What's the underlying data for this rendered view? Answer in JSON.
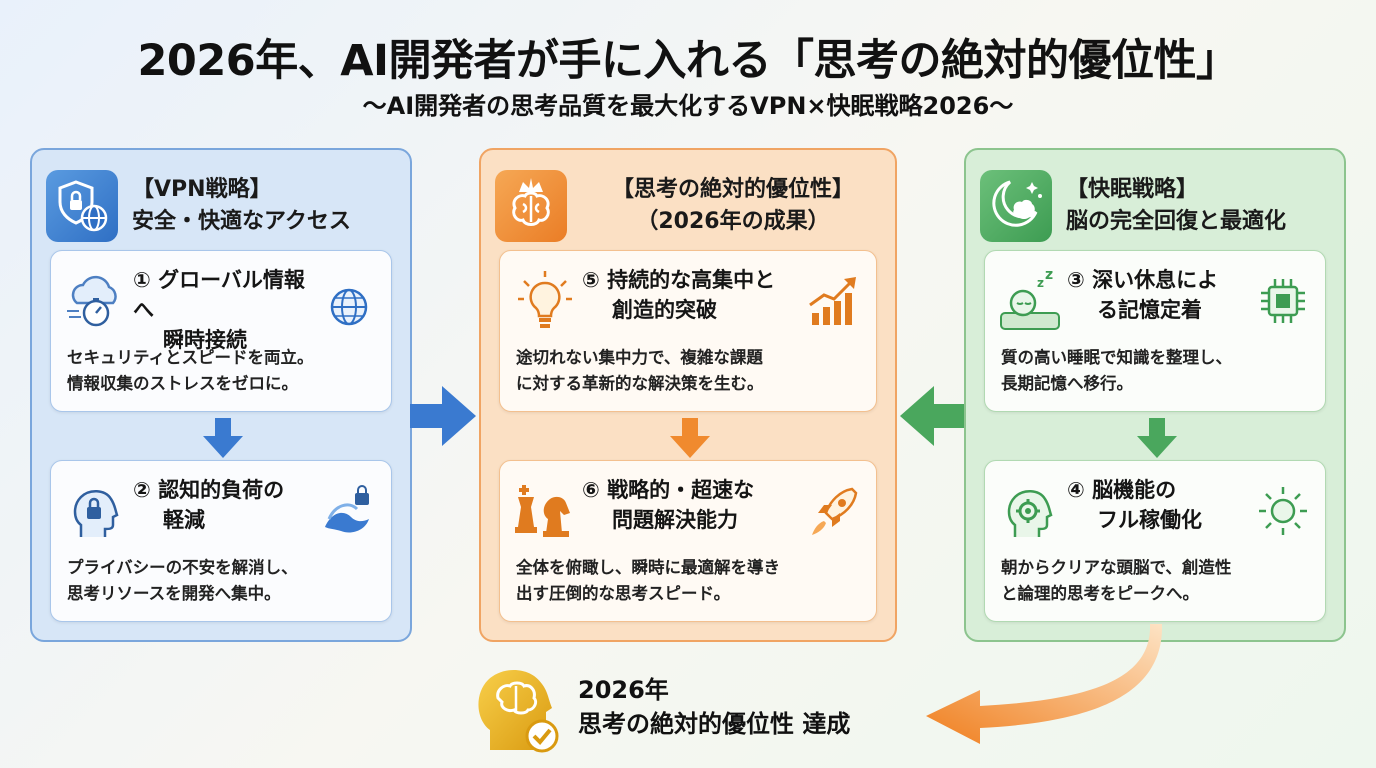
{
  "header": {
    "title": "2026年、AI開発者が手に入れる「思考の絶対的優位性」",
    "subtitle": "〜AI開発者の思考品質を最大化するVPN×快眠戦略2026〜"
  },
  "columns": {
    "vpn": {
      "title_line1": "【VPN戦略】",
      "title_line2": "安全・快適なアクセス",
      "icon": "shield-globe-icon",
      "color": "#3f7fd1",
      "cards": [
        {
          "title_line1": "① グローバル情報へ",
          "title_line2": "瞬時接続",
          "desc_line1": "セキュリティとスピードを両立。",
          "desc_line2": "情報収集のストレスをゼロに。",
          "icon_left": "cloud-stopwatch-icon",
          "icon_right": "globe-icon"
        },
        {
          "title_line1": "② 認知的負荷の",
          "title_line2": "軽減",
          "desc_line1": "プライバシーの不安を解消し、",
          "desc_line2": "思考リソースを開発へ集中。",
          "icon_left": "head-lock-icon",
          "icon_right": "wave-lock-icon"
        }
      ]
    },
    "core": {
      "title_line1": "【思考の絶対的優位性】",
      "title_line2": "（2026年の成果）",
      "icon": "crowned-brain-icon",
      "color": "#ee8a33",
      "cards": [
        {
          "title_line1": "⑤ 持続的な高集中と",
          "title_line2": "創造的突破",
          "desc_line1": "途切れない集中力で、複雑な課題",
          "desc_line2": "に対する革新的な解決策を生む。",
          "icon_left": "lightbulb-icon",
          "icon_right": "growth-chart-icon"
        },
        {
          "title_line1": "⑥ 戦略的・超速な",
          "title_line2": "問題解決能力",
          "desc_line1": "全体を俯瞰し、瞬時に最適解を導き",
          "desc_line2": "出す圧倒的な思考スピード。",
          "icon_left": "chess-icon",
          "icon_right": "rocket-icon"
        }
      ]
    },
    "sleep": {
      "title_line1": "【快眠戦略】",
      "title_line2": "脳の完全回復と最適化",
      "icon": "moon-brain-icon",
      "color": "#4aa75d",
      "cards": [
        {
          "title_line1": "③ 深い休息によ",
          "title_line2": "る記憶定着",
          "desc_line1": "質の高い睡眠で知識を整理し、",
          "desc_line2": "長期記憶へ移行。",
          "icon_left": "sleeping-person-icon",
          "icon_right": "chip-icon"
        },
        {
          "title_line1": "④ 脳機能の",
          "title_line2": "フル稼働化",
          "desc_line1": "朝からクリアな頭脳で、創造性",
          "desc_line2": "と論理的思考をピークへ。",
          "icon_left": "head-gear-icon",
          "icon_right": "sun-icon"
        }
      ]
    }
  },
  "result": {
    "year": "2026年",
    "text": "思考の絶対的優位性 達成",
    "icon": "gold-brain-check-icon"
  }
}
